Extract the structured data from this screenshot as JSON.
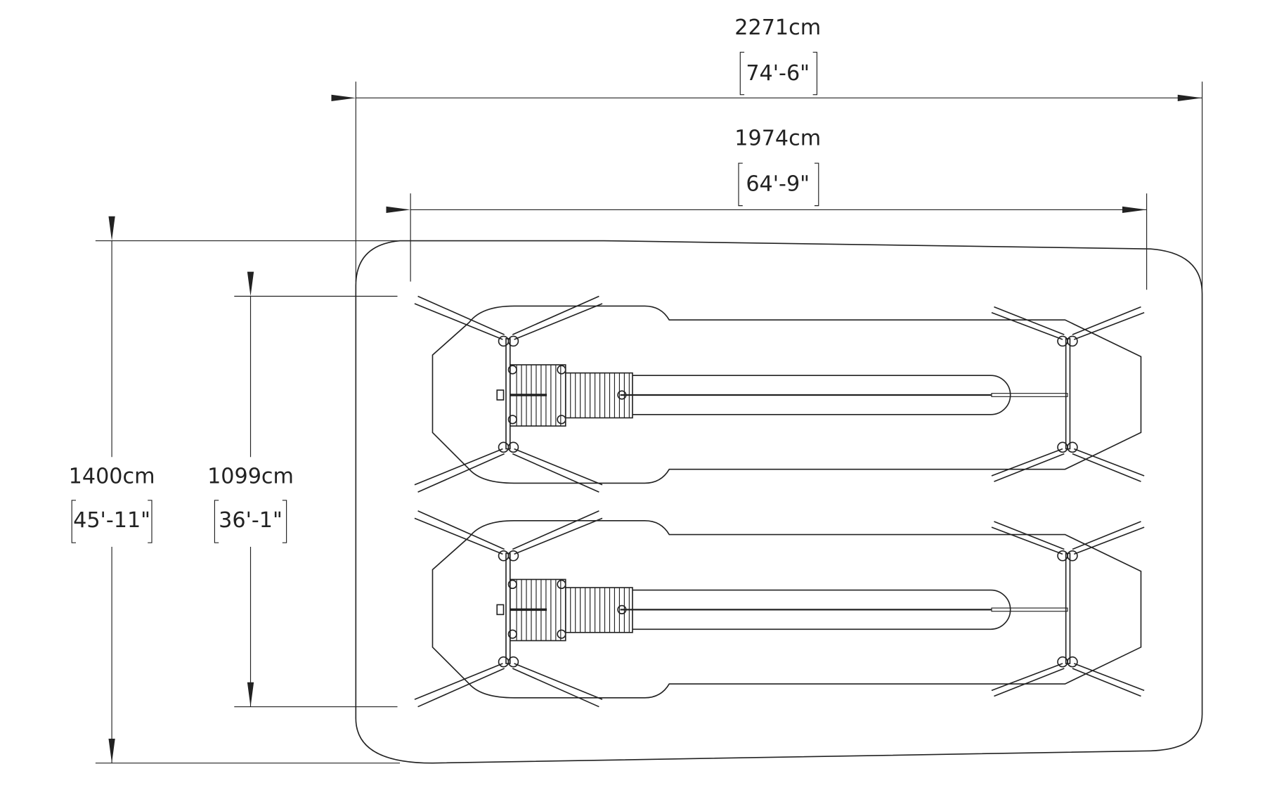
{
  "dimensions": {
    "overall_length": {
      "metric": "2271cm",
      "imperial": "74'-6\""
    },
    "pool_length": {
      "metric": "1974cm",
      "imperial": "64'-9\""
    },
    "overall_width": {
      "metric": "1400cm",
      "imperial": "45'-11\""
    },
    "pool_width": {
      "metric": "1099cm",
      "imperial": "36'-1\""
    }
  },
  "colors": {
    "line": "#222222",
    "background": "#ffffff"
  }
}
